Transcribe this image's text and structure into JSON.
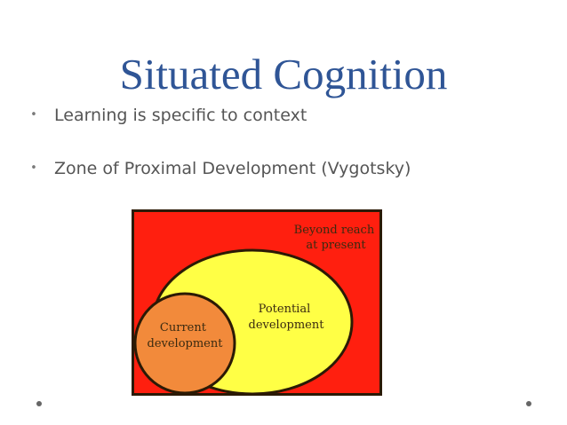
{
  "slide": {
    "title": "Situated Cognition",
    "bullets": [
      "Learning is specific to context",
      "Zone of Proximal Development (Vygotsky)"
    ],
    "bullet_marker": "•"
  },
  "diagram": {
    "regions": [
      {
        "label_lines": [
          "Beyond reach",
          "at present"
        ],
        "color": "#ff1f0f"
      },
      {
        "label_lines": [
          "Potential",
          "development"
        ],
        "color": "#ffff45"
      },
      {
        "label_lines": [
          "Current",
          "development"
        ],
        "color": "#f28a3b"
      }
    ]
  },
  "colors": {
    "title": "#2f5596",
    "text": "#555555",
    "outline": "#2b1a05"
  }
}
